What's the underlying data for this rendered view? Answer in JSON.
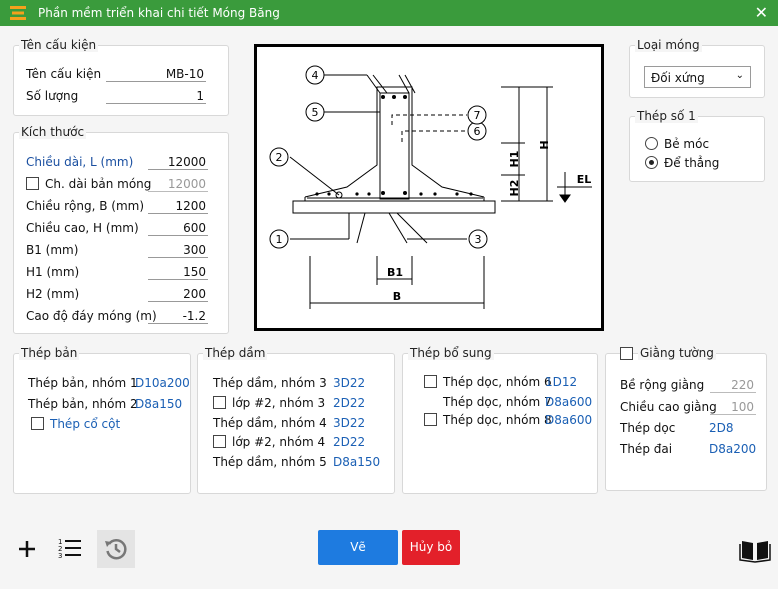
{
  "window": {
    "title": "Phần mềm triển khai chi tiết Móng Băng",
    "close_glyph": "✕"
  },
  "ten_cau_kien": {
    "legend": "Tên cấu kiện",
    "name_label": "Tên cấu kiện",
    "name_value": "MB-10",
    "qty_label": "Số lượng",
    "qty_value": "1"
  },
  "kich_thuoc": {
    "legend": "Kích thước",
    "rows": [
      {
        "label": "Chiều dài, L (mm)",
        "value": "12000"
      },
      {
        "label": "Ch. dài bản móng",
        "value": "12000"
      },
      {
        "label": "Chiều rộng, B (mm)",
        "value": "1200"
      },
      {
        "label": "Chiều cao, H (mm)",
        "value": "600"
      },
      {
        "label": "B1 (mm)",
        "value": "300"
      },
      {
        "label": "H1 (mm)",
        "value": "150"
      },
      {
        "label": "H2 (mm)",
        "value": "200"
      },
      {
        "label": "Cao độ đáy móng (m)",
        "value": "-1.2"
      }
    ]
  },
  "diagram": {
    "callouts": [
      "1",
      "2",
      "3",
      "4",
      "5",
      "6",
      "7"
    ],
    "dims": {
      "b1": "B1",
      "b": "B",
      "h": "H",
      "h1": "H1",
      "h2": "H2",
      "el": "EL"
    }
  },
  "loai_mong": {
    "legend": "Loại móng",
    "selected": "Đối xứng"
  },
  "thep_so_1": {
    "legend": "Thép số 1",
    "options": [
      {
        "label": "Bẻ móc",
        "checked": false
      },
      {
        "label": "Để thẳng",
        "checked": true
      }
    ]
  },
  "thep_ban": {
    "legend": "Thép bản",
    "rows": [
      {
        "label": "Thép bản, nhóm 1",
        "value": "D10a200"
      },
      {
        "label": "Thép bản, nhóm 2",
        "value": "D8a150"
      }
    ],
    "cot_label": "Thép cổ cột"
  },
  "thep_dam": {
    "legend": "Thép dầm",
    "rows": [
      {
        "label": "Thép dầm, nhóm 3",
        "value": "3D22"
      },
      {
        "label": "lớp #2, nhóm 3",
        "value": "2D22"
      },
      {
        "label": "Thép dầm, nhóm 4",
        "value": "3D22"
      },
      {
        "label": "lớp #2, nhóm 4",
        "value": "2D22"
      },
      {
        "label": "Thép dầm, nhóm 5",
        "value": "D8a150"
      }
    ]
  },
  "thep_bo_sung": {
    "legend": "Thép bổ sung",
    "rows": [
      {
        "label": "Thép dọc, nhóm 6",
        "value": "1D12"
      },
      {
        "label": "Thép dọc, nhóm 7",
        "value": "D8a600"
      },
      {
        "label": "Thép dọc, nhóm 8",
        "value": "D8a600"
      }
    ]
  },
  "giang_tuong": {
    "legend": "Giằng tường",
    "width_label": "Bề rộng giằng",
    "width_value": "220",
    "height_label": "Chiều cao giằng",
    "height_value": "100",
    "doc_label": "Thép dọc",
    "doc_value": "2D8",
    "dai_label": "Thép đai",
    "dai_value": "D8a200"
  },
  "actions": {
    "draw": "Vẽ",
    "cancel": "Hủy bỏ"
  },
  "icons": [
    "plus-icon",
    "numbered-list-icon",
    "history-icon",
    "book-icon"
  ],
  "colors": {
    "titlebar": "#3a9b3c",
    "draw": "#1e7be0",
    "cancel": "#e3202a",
    "link": "#1a5fb4"
  }
}
